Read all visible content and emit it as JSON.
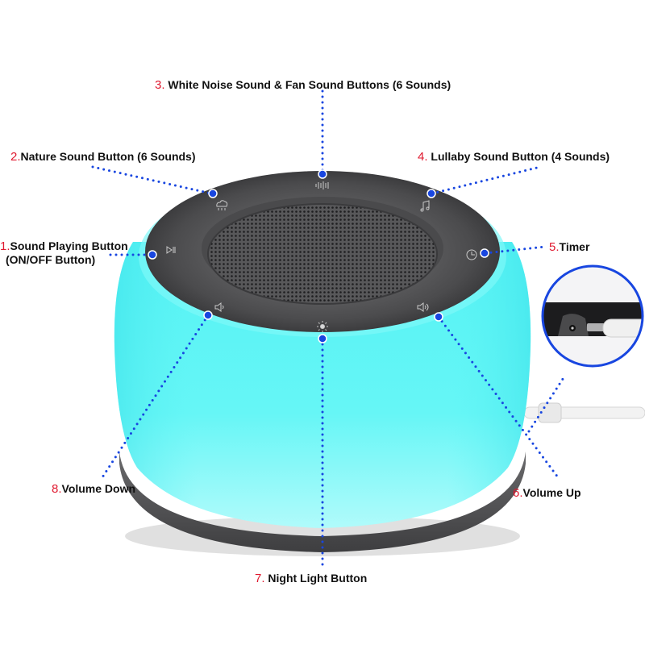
{
  "diagram": {
    "subject": "White noise sound machine with night light",
    "colors": {
      "body": "#5ff6f6",
      "top_ring": "#4a4a4c",
      "grille": "#505052",
      "base": "#5c5c5e",
      "leader_line": "#1846e0",
      "number": "#e0192f",
      "text": "#111111"
    },
    "callouts": [
      {
        "id": 1,
        "num": "1.",
        "label": "Sound Playing Button",
        "label2": "(ON/OFF Button)",
        "icon": "play-pause-icon"
      },
      {
        "id": 2,
        "num": "2.",
        "label": "Nature Sound Button (6 Sounds)",
        "icon": "rain-cloud-icon"
      },
      {
        "id": 3,
        "num": "3.",
        "label": "White Noise Sound & Fan Sound Buttons (6 Sounds)",
        "icon": "sound-wave-icon"
      },
      {
        "id": 4,
        "num": "4.",
        "label": "Lullaby Sound Button (4 Sounds)",
        "icon": "music-note-icon"
      },
      {
        "id": 5,
        "num": "5.",
        "label": "Timer",
        "icon": "clock-icon"
      },
      {
        "id": 6,
        "num": "6.",
        "label": "Volume Up",
        "icon": "volume-up-icon"
      },
      {
        "id": 7,
        "num": "7.",
        "label": "Night Light Button",
        "icon": "light-icon"
      },
      {
        "id": 8,
        "num": "8.",
        "label": "Volume Down",
        "icon": "volume-down-icon"
      }
    ],
    "inset": {
      "subject": "DC power port with plug",
      "icon": "power-port-icon"
    }
  }
}
